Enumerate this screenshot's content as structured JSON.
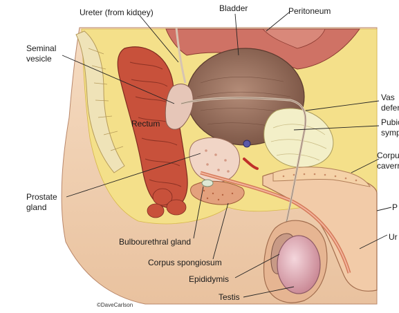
{
  "labels": {
    "ureter": "Ureter (from kidney)",
    "bladder": "Bladder",
    "peritoneum": "Peritoneum",
    "seminal_vesicle_1": "Seminal",
    "seminal_vesicle_2": "vesicle",
    "vas_deferens_1": "Vas",
    "vas_deferens_2": "defer",
    "rectum": "Rectum",
    "pubic_symphysis_1": "Pubic",
    "pubic_symphysis_2": "symp",
    "corpus_cavernosum_1": "Corpu",
    "corpus_cavernosum_2": "caverr",
    "prostate_1": "Prostate",
    "prostate_2": "gland",
    "penis": "P",
    "bulbourethral": "Bulbourethral gland",
    "urethra": "Ur",
    "corpus_spongiosum": "Corpus spongiosum",
    "epididymis": "Epididymis",
    "testis": "Testis"
  },
  "credit": "©DaveCarlson",
  "colors": {
    "skin": "#f2d6b8",
    "fat": "#f4e08a",
    "muscle": "#c8513b",
    "bladder": "#9a7462",
    "peritoneum": "#cf7265",
    "bone": "#f3efc8",
    "testis": "#e7b6bf"
  }
}
